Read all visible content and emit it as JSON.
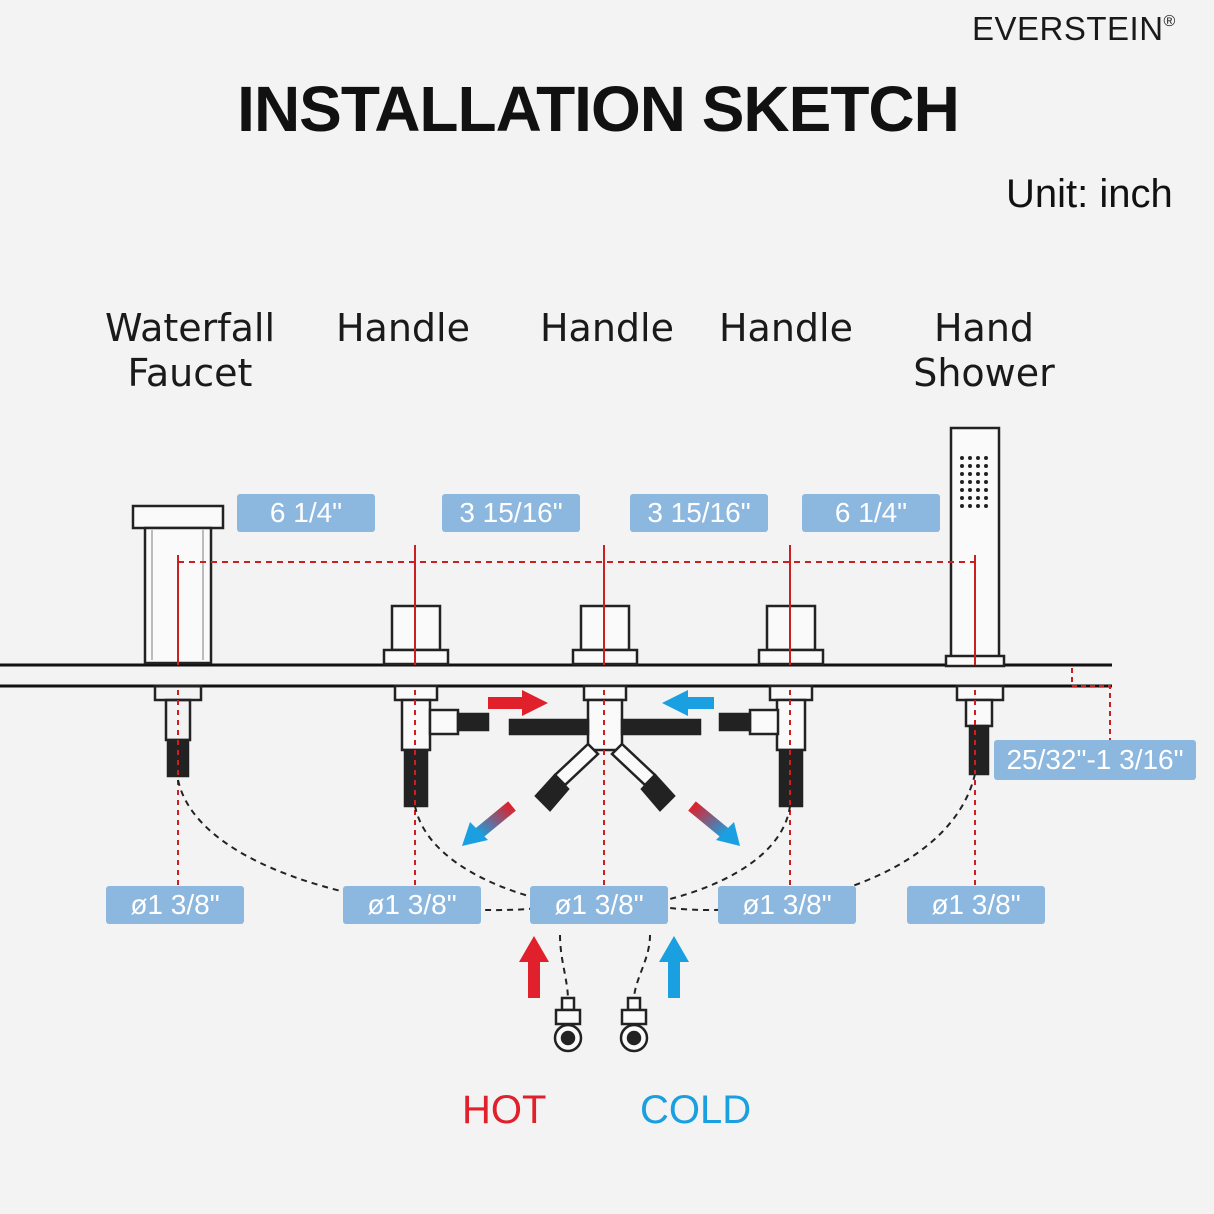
{
  "brand": {
    "name": "EVERSTEIN",
    "mark": "®"
  },
  "title": "INSTALLATION SKETCH",
  "unit": "Unit: inch",
  "components": [
    {
      "id": "waterfall-faucet",
      "label": "Waterfall\nFaucet"
    },
    {
      "id": "handle-left",
      "label": "Handle"
    },
    {
      "id": "handle-center",
      "label": "Handle"
    },
    {
      "id": "handle-right",
      "label": "Handle"
    },
    {
      "id": "hand-shower",
      "label": "Hand\nShower"
    }
  ],
  "spacing": [
    "6 1/4\"",
    "3 15/16\"",
    "3 15/16\"",
    "6 1/4\""
  ],
  "deck_thickness": "25/32\"-1 3/16\"",
  "hole_diameters": [
    "ø1 3/8\"",
    "ø1 3/8\"",
    "ø1 3/8\"",
    "ø1 3/8\"",
    "ø1 3/8\""
  ],
  "supply": {
    "hot": "HOT",
    "cold": "COLD"
  },
  "colors": {
    "hot": "#e0202a",
    "cold": "#1aa0e0",
    "badge": "#8cb7df",
    "dimension_line": "#cc2020"
  }
}
